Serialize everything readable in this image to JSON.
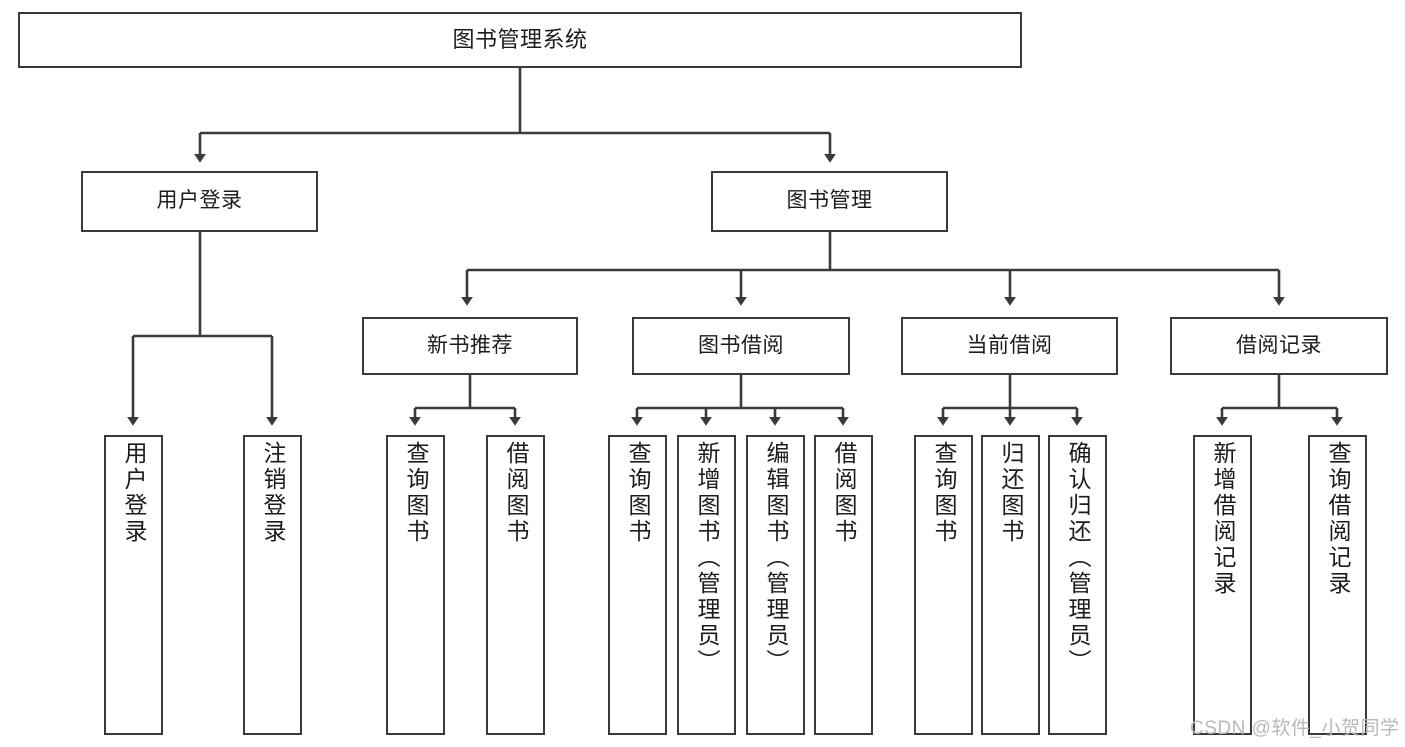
{
  "diagram": {
    "title": "图书管理系统",
    "type": "tree-hierarchy-chart",
    "watermark": "CSDN @软件_小贺同学",
    "root": {
      "label": "图书管理系统"
    },
    "level1": [
      {
        "label": "用户登录"
      },
      {
        "label": "图书管理"
      }
    ],
    "level2": [
      {
        "label": "新书推荐"
      },
      {
        "label": "图书借阅"
      },
      {
        "label": "当前借阅"
      },
      {
        "label": "借阅记录"
      }
    ],
    "leaves": {
      "user_login": [
        {
          "label": "用户登录"
        },
        {
          "label": "注销登录"
        }
      ],
      "new_book_recommend": [
        {
          "label": "查询图书"
        },
        {
          "label": "借阅图书"
        }
      ],
      "book_borrow": [
        {
          "label": "查询图书"
        },
        {
          "label": "新增图书（管理员）"
        },
        {
          "label": "编辑图书（管理员）"
        },
        {
          "label": "借阅图书"
        }
      ],
      "current_borrow": [
        {
          "label": "查询图书"
        },
        {
          "label": "归还图书"
        },
        {
          "label": "确认归还（管理员）"
        }
      ],
      "borrow_record": [
        {
          "label": "新增借阅记录"
        },
        {
          "label": "查询借阅记录"
        }
      ]
    },
    "colors": {
      "box_border": "#3a3a3a",
      "connector": "#3a3a3a",
      "text": "#1c1c1c",
      "background": "#ffffff",
      "watermark": "#b8b8b8"
    }
  }
}
